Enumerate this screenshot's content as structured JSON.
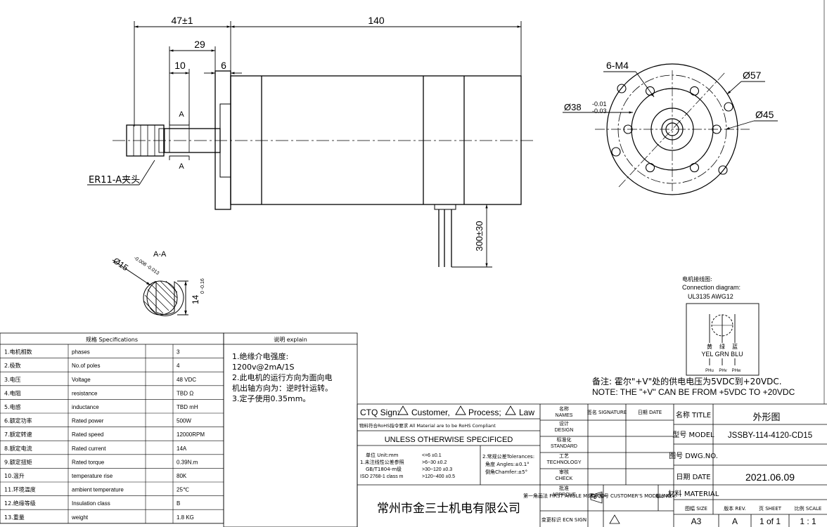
{
  "dimensions": {
    "overall_left": "47±1",
    "body_length": "140",
    "shaft_29": "29",
    "shaft_10": "10",
    "flange_6": "6",
    "section_mark": "A",
    "collet_label": "ER11-A夹头",
    "cable_length": "300±30"
  },
  "front_view": {
    "holes": "6-M4",
    "d57": "Ø57",
    "d45": "Ø45",
    "d38": "Ø38",
    "d38_tol_upper": "-0.01",
    "d38_tol_lower": "-0.03"
  },
  "section": {
    "title": "A-A",
    "diameter": "Ø15",
    "diameter_tol": "-0.008 -0.013",
    "flat": "14",
    "flat_tol": "0 -0.16"
  },
  "connection": {
    "title_cn": "电机接线图:",
    "title_en": "Connection diagram:",
    "cable": "UL3135 AWG12",
    "wire_cn": [
      "黄",
      "绿",
      "蓝"
    ],
    "wire_en": "YEL  GRN  BLU",
    "phases": [
      "PHu",
      "PHv",
      "PHw"
    ],
    "note_cn": "备注:  霍尔\"+V\"处的供电电压为5VDC到+20VDC.",
    "note_en": "NOTE: THE \"+V\" CAN BE FROM +5VDC TO +20VDC"
  },
  "spec_table": {
    "header": "规格 Specifications",
    "rows": [
      [
        "1.电机相数",
        "phases",
        "3"
      ],
      [
        "2.极数",
        "No.of poles",
        "4"
      ],
      [
        "3.电压",
        "Voltage",
        "48 VDC"
      ],
      [
        "4.电阻",
        "resistance",
        "TBD Ω"
      ],
      [
        "5.电感",
        "inductance",
        "TBD mH"
      ],
      [
        "6.额定功率",
        "Rated power",
        "500W"
      ],
      [
        "7.额定转速",
        "Rated speed",
        "12000RPM"
      ],
      [
        "8.额定电流",
        "Rated current",
        "14A"
      ],
      [
        "9.额定扭矩",
        "Rated torque",
        "0.39N.m"
      ],
      [
        "10.温升",
        "temperature rise",
        "80K"
      ],
      [
        "11.环境温度",
        "ambient temperature",
        "25℃"
      ],
      [
        "12.绝缘等级",
        "Insulation class",
        "B"
      ],
      [
        "13.重量",
        "weight",
        "1.8 KG"
      ]
    ]
  },
  "explain": {
    "header": "说明 explain",
    "lines": [
      "1.绝缘介电强度:",
      "1200v@2mA/1S",
      "2.此电机的运行方向为面向电",
      "机出轴方向为：逆时针运转。",
      "3.定子使用0.35mm。"
    ]
  },
  "title_block": {
    "ctq": "CTQ Sign:",
    "ctq_customer": "Customer,",
    "ctq_process": "Process;",
    "ctq_law": "Law",
    "rohs": "物料符合RoHS指令要求 All Material are to be RoHS Compliant",
    "unless": "UNLESS OTHERWISE SPECIFICED",
    "tol_1": "单位 Unit:mm",
    "tol_2": "1.未注线性公差参照",
    "tol_3": "GB/T1804-m级",
    "tol_4": "ISO 2768-1 class m",
    "tol_r1": "<=6    ±0.1",
    "tol_r2": ">6~30    ±0.2",
    "tol_r3": ">30~120  ±0.3",
    "tol_r4": ">120~400 ±0.5",
    "ang_1": "2.常规公差Tolerances:",
    "ang_2": "角度 Angles:±0.1°",
    "ang_3": "倒角Chamfer:±5°",
    "company": "常州市金三士机电有限公司",
    "names": [
      "名称 NAMES",
      "设计 DESIGN",
      "标准化 STANDARD",
      "工艺 TECHNOLOGY",
      "审核 CHECK",
      "批准 APPROVE"
    ],
    "col_signature": "签名 SIGNATURE",
    "col_date": "日期 DATE",
    "first_angle": "第一角画法 FIRST ANGLE METHOD",
    "customer_model": "客户型号 CUSTOMER'S MODEL.NO.",
    "rev_cn": "版本 REV.",
    "ecn": "变更标识 ECN SIGN",
    "title_label": "名称 TITLE",
    "title_value": "外形图",
    "model_label": "型号 MODEL",
    "model_value": "JSSBY-114-4120-CD15",
    "dwg_label": "图号 DWG.NO.",
    "date_label": "日期 DATE",
    "date_value": "2021.06.09",
    "material_label": "材料 MATERIAL",
    "size_label": "图幅 SIZE",
    "size_value": "A3",
    "rev_label": "版本 REV.",
    "rev_value": "A",
    "sheet_label": "页 SHEET",
    "sheet_value": "1 of 1",
    "scale_label": "比例 SCALE",
    "scale_value": "1 : 1"
  }
}
